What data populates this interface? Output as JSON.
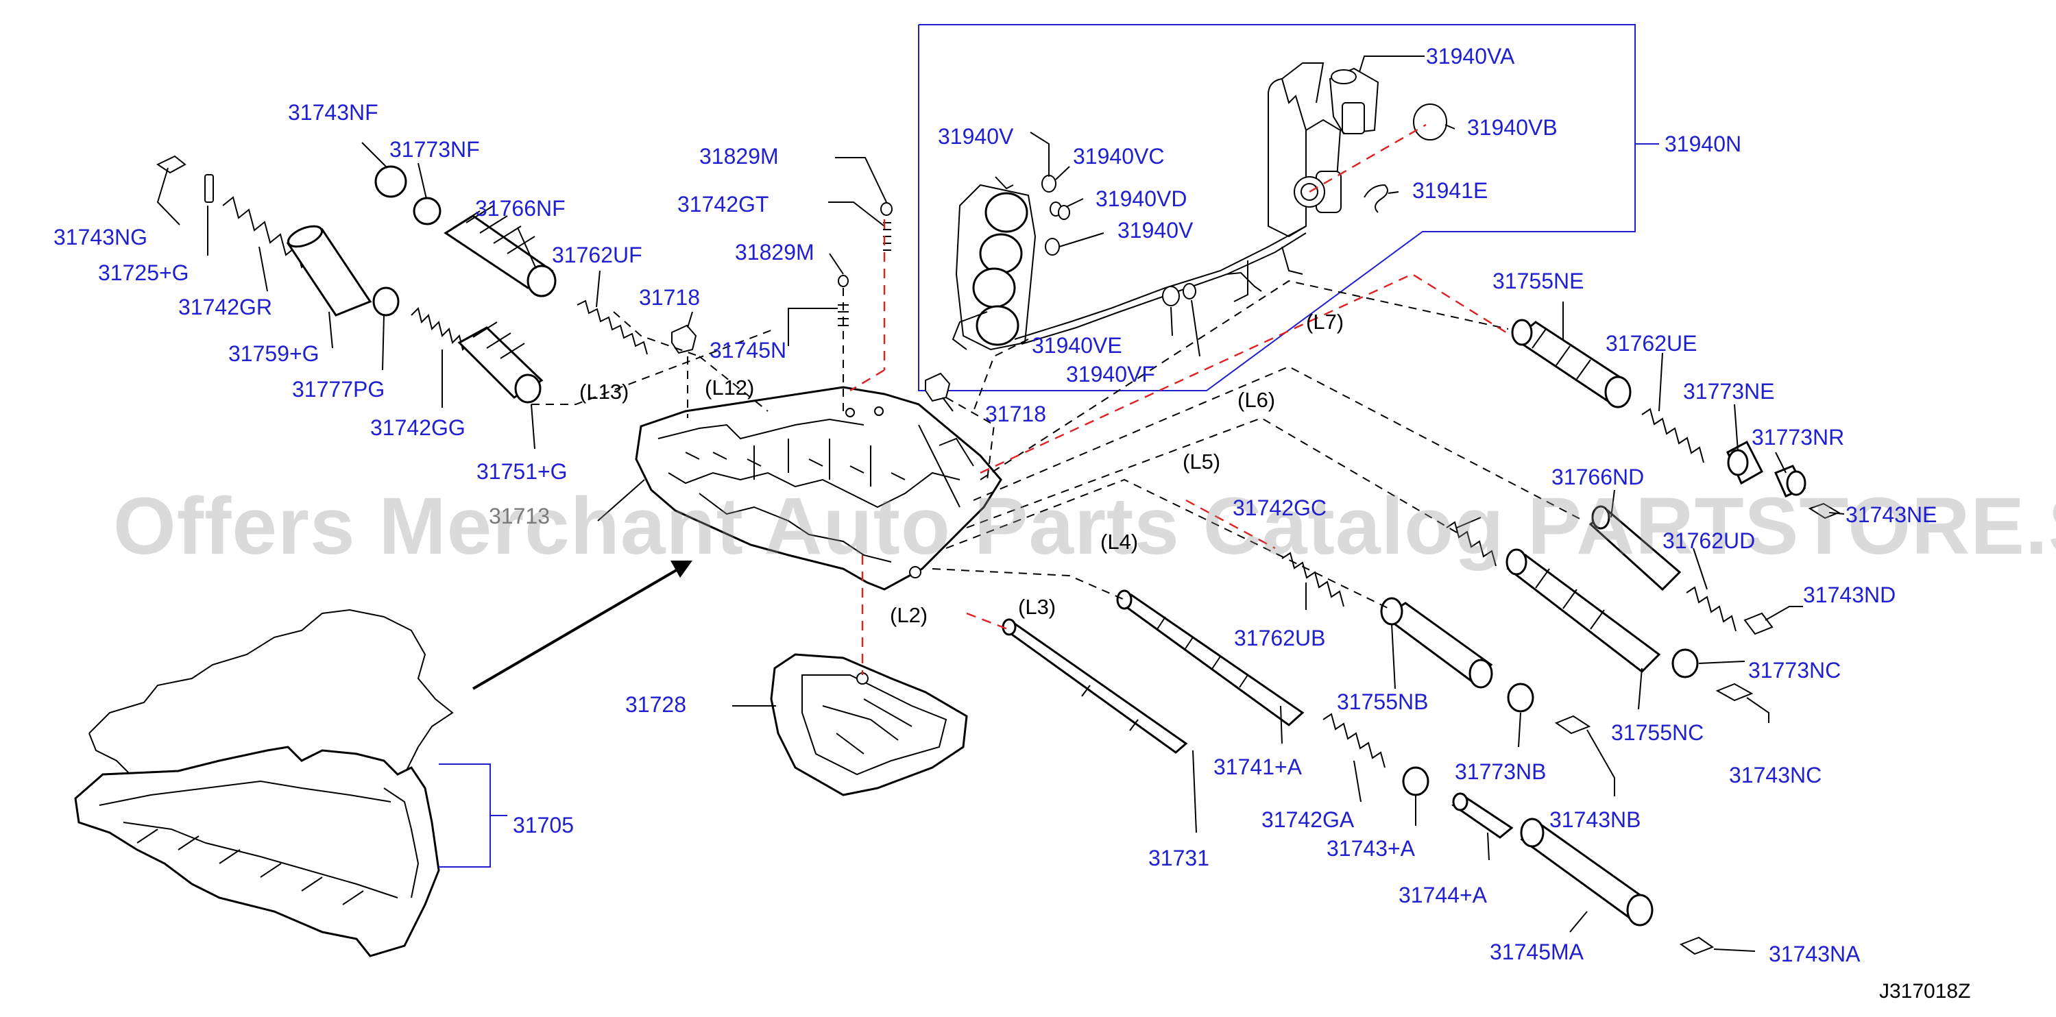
{
  "watermark": "Offers Merchant Auto Parts Catalog PARTSTORE.SA",
  "drawing_code": "J317018Z",
  "parts": [
    {
      "id": "p31743NF",
      "text": "31743NF"
    },
    {
      "id": "p31773NF",
      "text": "31773NF"
    },
    {
      "id": "p31743NG",
      "text": "31743NG"
    },
    {
      "id": "p31725G",
      "text": "31725+G"
    },
    {
      "id": "p31766NF",
      "text": "31766NF"
    },
    {
      "id": "p31762UF",
      "text": "31762UF"
    },
    {
      "id": "p31742GR",
      "text": "31742GR"
    },
    {
      "id": "p31759G",
      "text": "31759+G"
    },
    {
      "id": "p31777PG",
      "text": "31777PG"
    },
    {
      "id": "p31742GG",
      "text": "31742GG"
    },
    {
      "id": "p31751G",
      "text": "31751+G"
    },
    {
      "id": "p31713",
      "text": "31713"
    },
    {
      "id": "p31829M_a",
      "text": "31829M"
    },
    {
      "id": "p31742GT",
      "text": "31742GT"
    },
    {
      "id": "p31829M_b",
      "text": "31829M"
    },
    {
      "id": "p31745N",
      "text": "31745N"
    },
    {
      "id": "p31718_a",
      "text": "31718"
    },
    {
      "id": "p31718_b",
      "text": "31718"
    },
    {
      "id": "p31940VA",
      "text": "31940VA"
    },
    {
      "id": "p31940VB",
      "text": "31940VB"
    },
    {
      "id": "p31940N",
      "text": "31940N"
    },
    {
      "id": "p31940V_a",
      "text": "31940V"
    },
    {
      "id": "p31940VC",
      "text": "31940VC"
    },
    {
      "id": "p31940VD",
      "text": "31940VD"
    },
    {
      "id": "p31940V_b",
      "text": "31940V"
    },
    {
      "id": "p31941E",
      "text": "31941E"
    },
    {
      "id": "p31940VE",
      "text": "31940VE"
    },
    {
      "id": "p31940VF",
      "text": "31940VF"
    },
    {
      "id": "p31755NE",
      "text": "31755NE"
    },
    {
      "id": "p31762UE",
      "text": "31762UE"
    },
    {
      "id": "p31773NE",
      "text": "31773NE"
    },
    {
      "id": "p31773NR",
      "text": "31773NR"
    },
    {
      "id": "p31743NE",
      "text": "31743NE"
    },
    {
      "id": "p31766ND",
      "text": "31766ND"
    },
    {
      "id": "p31742GC",
      "text": "31742GC"
    },
    {
      "id": "p31762UD",
      "text": "31762UD"
    },
    {
      "id": "p31743ND",
      "text": "31743ND"
    },
    {
      "id": "p31762UB",
      "text": "31762UB"
    },
    {
      "id": "p31773NC",
      "text": "31773NC"
    },
    {
      "id": "p31755NB",
      "text": "31755NB"
    },
    {
      "id": "p31755NC",
      "text": "31755NC"
    },
    {
      "id": "p31743NC",
      "text": "31743NC"
    },
    {
      "id": "p31728",
      "text": "31728"
    },
    {
      "id": "p31741A",
      "text": "31741+A"
    },
    {
      "id": "p31773NB",
      "text": "31773NB"
    },
    {
      "id": "p31742GA",
      "text": "31742GA"
    },
    {
      "id": "p31743NB",
      "text": "31743NB"
    },
    {
      "id": "p31705",
      "text": "31705"
    },
    {
      "id": "p31743A",
      "text": "31743+A"
    },
    {
      "id": "p31731",
      "text": "31731"
    },
    {
      "id": "p31744A",
      "text": "31744+A"
    },
    {
      "id": "p31745MA",
      "text": "31745MA"
    },
    {
      "id": "p31743NA",
      "text": "31743NA"
    }
  ],
  "callouts": [
    {
      "id": "L13",
      "text": "(L13)"
    },
    {
      "id": "L12",
      "text": "(L12)"
    },
    {
      "id": "L7",
      "text": "(L7)"
    },
    {
      "id": "L6",
      "text": "(L6)"
    },
    {
      "id": "L5",
      "text": "(L5)"
    },
    {
      "id": "L4",
      "text": "(L4)"
    },
    {
      "id": "L3",
      "text": "(L3)"
    },
    {
      "id": "L2",
      "text": "(L2)"
    }
  ]
}
